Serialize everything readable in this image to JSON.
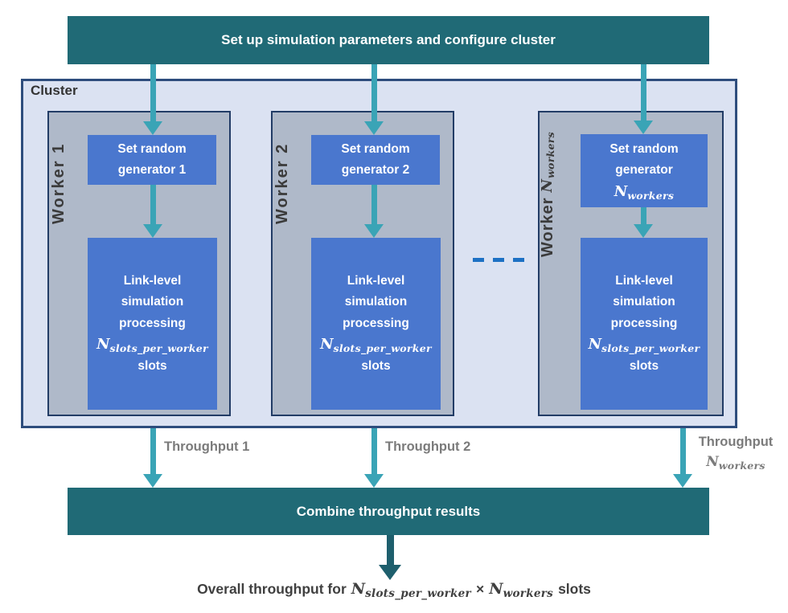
{
  "colors": {
    "bar_teal": "#206a76",
    "final_arrow_teal": "#1e5f6d",
    "flow_arrow_teal": "#3aa4b6",
    "cluster_background": "#dbe2f2",
    "cluster_border": "#2e4d7d",
    "worker_background": "#afb9c9",
    "worker_border": "#223c66",
    "process_box_blue": "#4a77ce",
    "ellipsis_dash_blue": "#1d71c4",
    "throughput_label_gray": "#7b7b7b",
    "dark_text": "#404040"
  },
  "top_bar": {
    "label": "Set up simulation parameters and configure cluster"
  },
  "cluster": {
    "label": "Cluster"
  },
  "workers": [
    {
      "label": "Worker 1",
      "generator": "Set random generator 1",
      "process": "Link-level simulation processing",
      "process_slots": "slots"
    },
    {
      "label": "Worker 2",
      "generator": "Set random generator 2",
      "process": "Link-level simulation processing",
      "process_slots": "slots"
    },
    {
      "label_prefix": "Worker",
      "generator": "Set random generator",
      "process": "Link-level simulation processing",
      "process_slots": "slots"
    }
  ],
  "math": {
    "var": "N",
    "sub_workers": "workers",
    "sub_slots_per_worker": "slots_per_worker"
  },
  "throughput_labels": {
    "worker1": "Throughput 1",
    "worker2": "Throughput 2",
    "workerN": "Throughput"
  },
  "combine_bar": {
    "label": "Combine throughput results"
  },
  "overall": {
    "prefix": "Overall throughput for",
    "times": "×",
    "suffix": "slots"
  }
}
